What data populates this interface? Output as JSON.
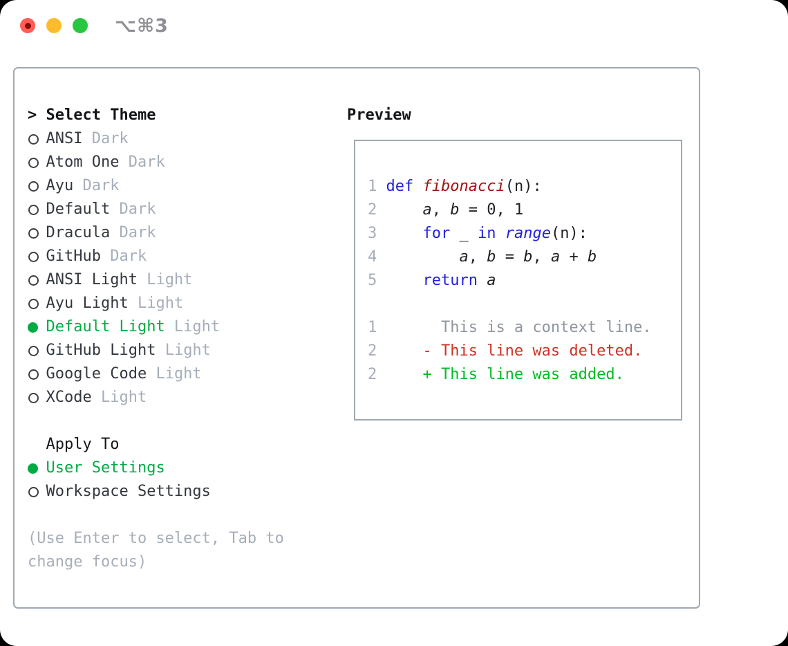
{
  "window": {
    "title": "⌥⌘3",
    "traffic_lights": [
      {
        "name": "close",
        "color": "#ff5d55",
        "has_inner_dot": true
      },
      {
        "name": "minimize",
        "color": "#fdbc2e",
        "has_inner_dot": false
      },
      {
        "name": "zoom",
        "color": "#28c73f",
        "has_inner_dot": false
      }
    ]
  },
  "theme_panel": {
    "header": {
      "caret": ">",
      "label": "Select Theme"
    },
    "items": [
      {
        "name": "ANSI",
        "variant": "Dark",
        "selected": false
      },
      {
        "name": "Atom One",
        "variant": "Dark",
        "selected": false
      },
      {
        "name": "Ayu",
        "variant": "Dark",
        "selected": false
      },
      {
        "name": "Default",
        "variant": "Dark",
        "selected": false
      },
      {
        "name": "Dracula",
        "variant": "Dark",
        "selected": false
      },
      {
        "name": "GitHub",
        "variant": "Dark",
        "selected": false
      },
      {
        "name": "ANSI Light",
        "variant": "Light",
        "selected": false
      },
      {
        "name": "Ayu Light",
        "variant": "Light",
        "selected": false
      },
      {
        "name": "Default Light",
        "variant": "Light",
        "selected": true
      },
      {
        "name": "GitHub Light",
        "variant": "Light",
        "selected": false
      },
      {
        "name": "Google Code",
        "variant": "Light",
        "selected": false
      },
      {
        "name": "XCode",
        "variant": "Light",
        "selected": false
      }
    ],
    "apply_to": {
      "label": "Apply To",
      "options": [
        {
          "label": "User Settings",
          "selected": true
        },
        {
          "label": "Workspace Settings",
          "selected": false
        }
      ]
    },
    "hint_lines": [
      "(Use Enter to select, Tab to",
      "change focus)"
    ]
  },
  "preview": {
    "label": "Preview",
    "lines": [
      {
        "n": "1",
        "segs": [
          {
            "t": "def ",
            "c": "kw"
          },
          {
            "t": "fibonacci",
            "c": "fn",
            "i": true
          },
          {
            "t": "(n):",
            "c": "fg"
          }
        ]
      },
      {
        "n": "2",
        "segs": [
          {
            "t": "    ",
            "c": "fg"
          },
          {
            "t": "a",
            "c": "fg",
            "i": true
          },
          {
            "t": ", ",
            "c": "fg"
          },
          {
            "t": "b",
            "c": "fg",
            "i": true
          },
          {
            "t": " = 0, 1",
            "c": "fg"
          }
        ]
      },
      {
        "n": "3",
        "segs": [
          {
            "t": "    ",
            "c": "fg"
          },
          {
            "t": "for",
            "c": "kw"
          },
          {
            "t": " _ ",
            "c": "fg"
          },
          {
            "t": "in",
            "c": "kw"
          },
          {
            "t": " ",
            "c": "fg"
          },
          {
            "t": "range",
            "c": "kw",
            "i": true
          },
          {
            "t": "(n):",
            "c": "fg"
          }
        ]
      },
      {
        "n": "4",
        "segs": [
          {
            "t": "        ",
            "c": "fg"
          },
          {
            "t": "a",
            "c": "fg",
            "i": true
          },
          {
            "t": ", ",
            "c": "fg"
          },
          {
            "t": "b",
            "c": "fg",
            "i": true
          },
          {
            "t": " = ",
            "c": "fg"
          },
          {
            "t": "b",
            "c": "fg",
            "i": true
          },
          {
            "t": ", ",
            "c": "fg"
          },
          {
            "t": "a",
            "c": "fg",
            "i": true
          },
          {
            "t": " + ",
            "c": "fg"
          },
          {
            "t": "b",
            "c": "fg",
            "i": true
          }
        ]
      },
      {
        "n": "5",
        "segs": [
          {
            "t": "    ",
            "c": "fg"
          },
          {
            "t": "return",
            "c": "kw"
          },
          {
            "t": " ",
            "c": "fg"
          },
          {
            "t": "a",
            "c": "fg",
            "i": true
          }
        ]
      },
      {
        "blank": true
      },
      {
        "n": "1",
        "segs": [
          {
            "t": "      This is a context line.",
            "c": "ctx"
          }
        ]
      },
      {
        "n": "2",
        "segs": [
          {
            "t": "    - This line was deleted.",
            "c": "del"
          }
        ]
      },
      {
        "n": "2",
        "segs": [
          {
            "t": "    + This line was added.",
            "c": "add"
          }
        ]
      }
    ]
  },
  "colors": {
    "accent_green": "#00ab44",
    "keyword_blue": "#2121dd",
    "function_red": "#a31212",
    "diff_red": "#cc3322",
    "diff_green": "#00bb22",
    "muted_gray": "#a6aeba",
    "context_gray": "#8f96a0",
    "text_dark": "#33383f",
    "heading_black": "#131519",
    "border_gray": "#9fa8b2",
    "traffic_red": "#ff5d55",
    "traffic_red_dot": "#850d05",
    "traffic_yellow": "#fdbc2e",
    "traffic_green": "#28c73f",
    "title_gray": "#8f9095"
  }
}
